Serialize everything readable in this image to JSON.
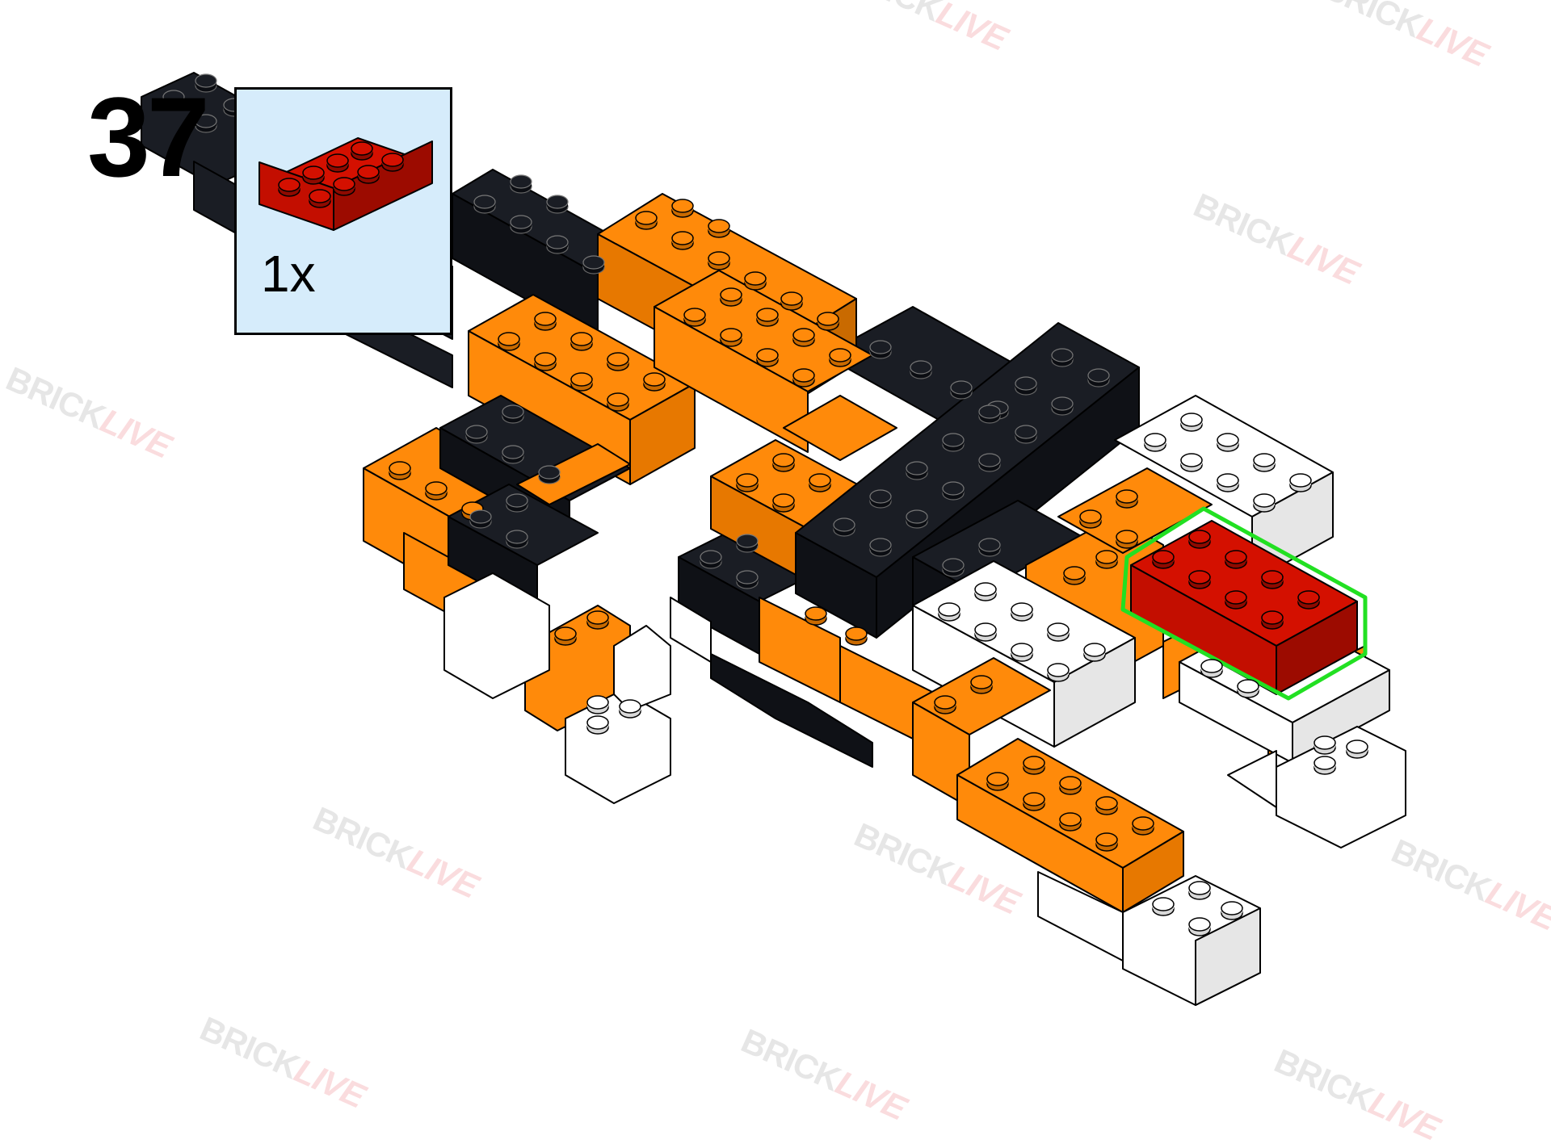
{
  "step": {
    "number": "37"
  },
  "parts_callout": {
    "quantity": "1x",
    "part_icon": "red-2x4-brick-icon",
    "part_color": "#d41000"
  },
  "watermark": {
    "brand_a": "BRICK",
    "brand_b": "LIVE"
  },
  "palette": {
    "orange": "#ff8a0a",
    "black": "#1a1d24",
    "white": "#ffffff",
    "red": "#d41000",
    "highlight": "#22e022",
    "callout_bg": "#d6ecfb"
  }
}
